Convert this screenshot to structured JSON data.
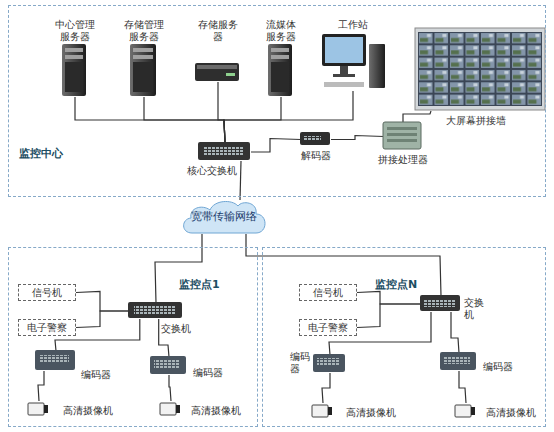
{
  "diagram": {
    "nodes": [
      {
        "text": [
          "监控中心"
        ]
      },
      {
        "text": [
          "中心管理服务器"
        ],
        "in": 0
      },
      {
        "text": [
          "存储管理服务器"
        ],
        "in": 0
      },
      {
        "text": [
          "存储服务器"
        ],
        "in": 0
      },
      {
        "text": [
          "流媒体服务器"
        ],
        "in": 0
      },
      {
        "text": [
          "工作站"
        ],
        "in": 0
      },
      {
        "text": [
          "大屏幕拼接墙"
        ],
        "in": 0
      },
      {
        "text": [
          "核心交换机"
        ],
        "in": 0
      },
      {
        "text": [
          "解码器"
        ],
        "in": 0
      },
      {
        "text": [
          "拼接处理器"
        ],
        "in": 0
      },
      {
        "text": [
          "宽带传输网络"
        ]
      },
      {
        "text": [
          "监控点1"
        ]
      },
      {
        "text": [
          "信号机"
        ],
        "in": 11
      },
      {
        "text": [
          "电子警察"
        ],
        "in": 11
      },
      {
        "text": [
          "交换机"
        ],
        "in": 11
      },
      {
        "text": [
          "编码器"
        ],
        "in": 11
      },
      {
        "text": [
          "编码器"
        ],
        "in": 11
      },
      {
        "text": [
          "高清摄像机"
        ],
        "in": 11
      },
      {
        "text": [
          "高清摄像机"
        ],
        "in": 11
      },
      {
        "text": [
          "监控点N"
        ]
      },
      {
        "text": [
          "信号机"
        ],
        "in": 19
      },
      {
        "text": [
          "电子警察"
        ],
        "in": 19
      },
      {
        "text": [
          "交换机"
        ],
        "in": 19
      },
      {
        "text": [
          "编码器"
        ],
        "in": 19
      },
      {
        "text": [
          "编码器"
        ],
        "in": 19
      },
      {
        "text": [
          "高清摄像机"
        ],
        "in": 19
      },
      {
        "text": [
          "高清摄像机"
        ],
        "in": 19
      }
    ],
    "edges": [
      {
        "from": 1,
        "to": 7,
        "arrow": "none"
      },
      {
        "from": 2,
        "to": 7,
        "arrow": "none"
      },
      {
        "from": 3,
        "to": 7,
        "arrow": "none"
      },
      {
        "from": 4,
        "to": 7,
        "arrow": "none"
      },
      {
        "from": 5,
        "to": 7,
        "arrow": "none"
      },
      {
        "from": 7,
        "to": 8,
        "arrow": "none"
      },
      {
        "from": 8,
        "to": 9,
        "arrow": "none"
      },
      {
        "from": 9,
        "to": 6,
        "arrow": "none"
      },
      {
        "from": 7,
        "to": 10,
        "arrow": "none"
      },
      {
        "from": 10,
        "to": 14,
        "arrow": "none"
      },
      {
        "from": 10,
        "to": 22,
        "arrow": "none"
      },
      {
        "from": 14,
        "to": 12,
        "arrow": "none"
      },
      {
        "from": 14,
        "to": 13,
        "arrow": "none"
      },
      {
        "from": 14,
        "to": 15,
        "arrow": "none"
      },
      {
        "from": 14,
        "to": 16,
        "arrow": "none"
      },
      {
        "from": 15,
        "to": 17,
        "arrow": "none"
      },
      {
        "from": 16,
        "to": 18,
        "arrow": "none"
      },
      {
        "from": 22,
        "to": 20,
        "arrow": "none"
      },
      {
        "from": 22,
        "to": 21,
        "arrow": "none"
      },
      {
        "from": 22,
        "to": 23,
        "arrow": "none"
      },
      {
        "from": 22,
        "to": 24,
        "arrow": "none"
      },
      {
        "from": 23,
        "to": 25,
        "arrow": "none"
      },
      {
        "from": 24,
        "to": 26,
        "arrow": "none"
      }
    ]
  }
}
